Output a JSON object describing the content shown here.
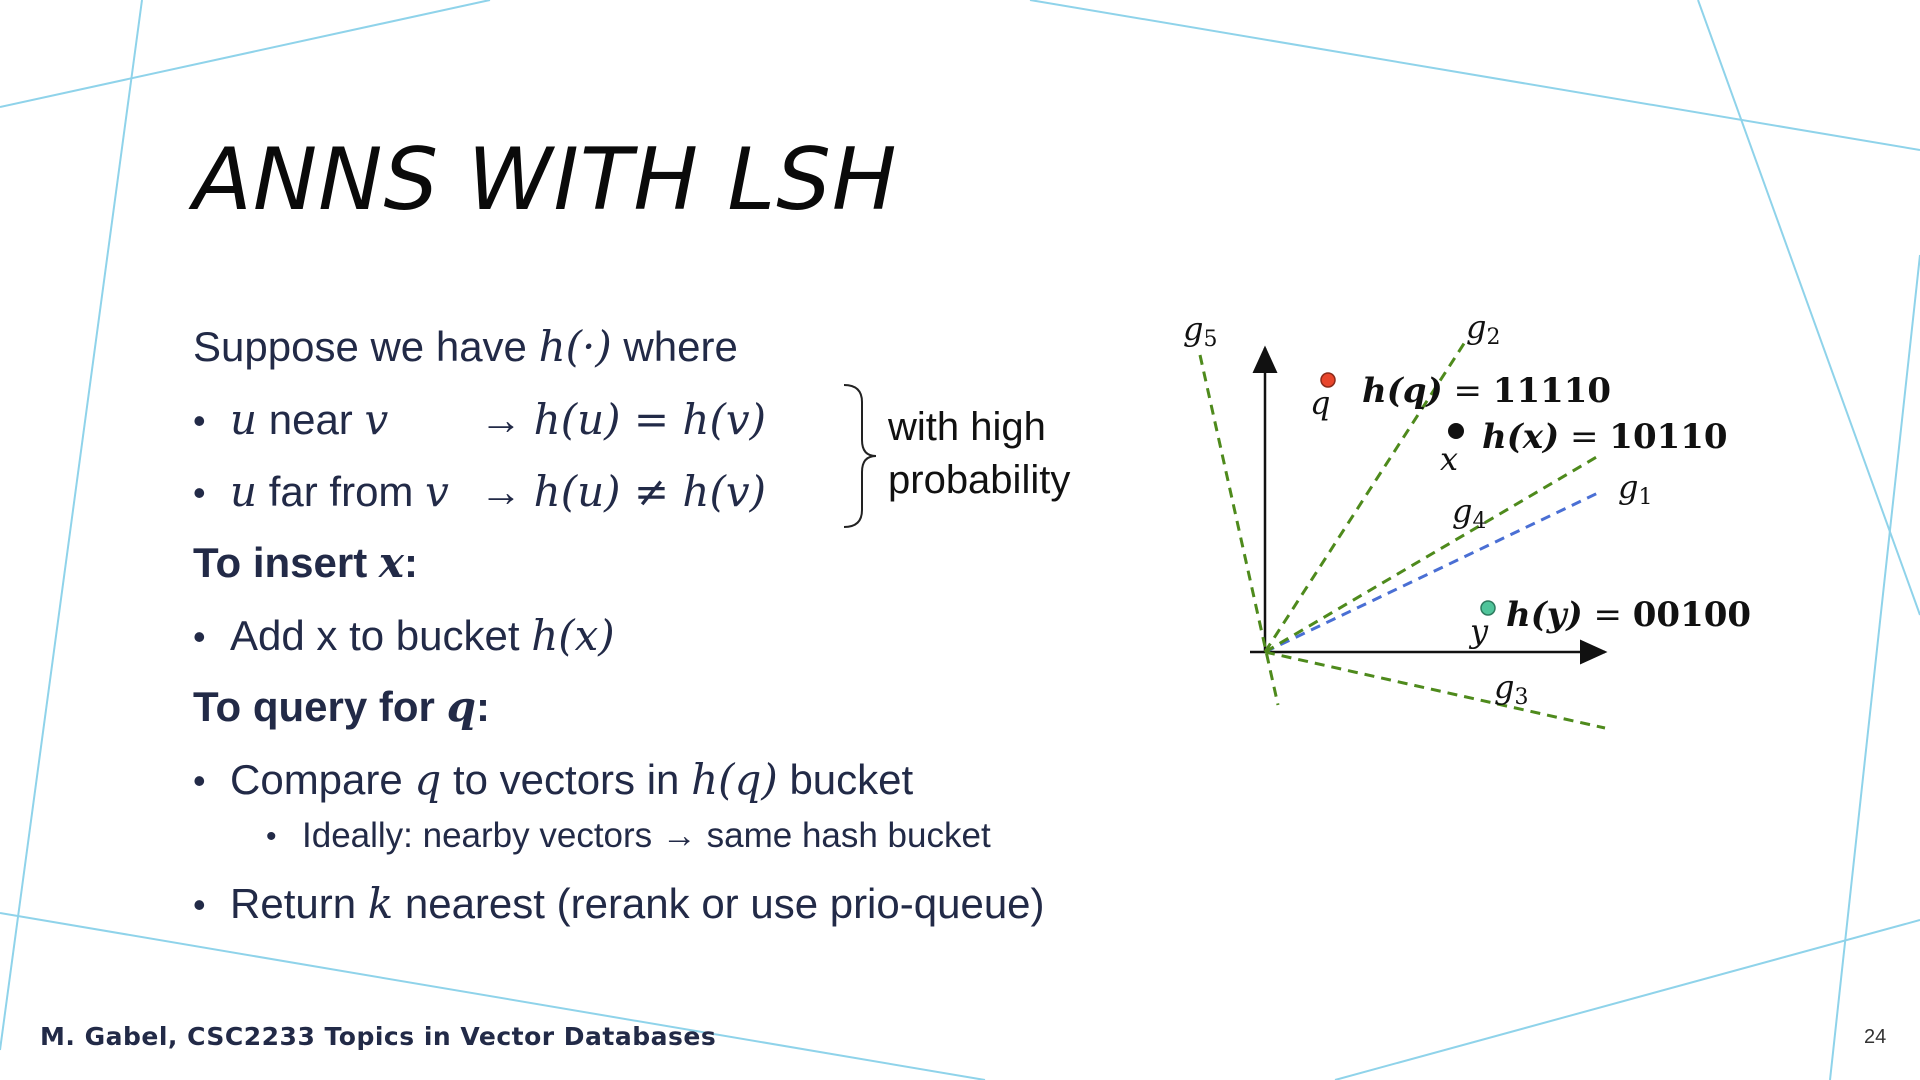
{
  "slide": {
    "title": "ANNS WITH LSH",
    "intro": {
      "prefix": "Suppose we have ",
      "fn": "h(·)",
      "suffix": " where"
    },
    "rule1": {
      "u": "u",
      "near": " near ",
      "v": "v",
      "arrow": "→",
      "expr": "h(u) = h(v)"
    },
    "rule2": {
      "u": "u",
      "far": " far from ",
      "v": "v",
      "arrow": "→",
      "expr": "h(u) ≠ h(v)"
    },
    "brace_note_line1": "with high",
    "brace_note_line2": "probability",
    "insert_heading": {
      "text": "To insert ",
      "var": "x",
      "colon": ":"
    },
    "insert_step": {
      "text": "Add x to bucket ",
      "expr": "h(x)"
    },
    "query_heading": {
      "text": "To query for ",
      "var": "q",
      "colon": ":"
    },
    "query_step": {
      "pre": "Compare ",
      "q": "q",
      "mid": " to vectors in ",
      "expr": "h(q)",
      "post": " bucket"
    },
    "query_sub": {
      "pre": "Ideally: nearby vectors ",
      "arrow": "→",
      "post": " same hash bucket"
    },
    "return_step": {
      "pre": "Return ",
      "k": "k",
      "post": " nearest (rerank or use prio-queue)"
    },
    "bullet_char": "•",
    "footer": "M. Gabel, CSC2233 Topics in Vector Databases",
    "page_number": "24"
  },
  "diagram": {
    "hyperplanes": [
      {
        "name": "g",
        "sub": "1",
        "color": "#4a6fd4"
      },
      {
        "name": "g",
        "sub": "2",
        "color": "#4e8a1c"
      },
      {
        "name": "g",
        "sub": "3",
        "color": "#4e8a1c"
      },
      {
        "name": "g",
        "sub": "4",
        "color": "#4e8a1c"
      },
      {
        "name": "g",
        "sub": "5",
        "color": "#4e8a1c"
      }
    ],
    "points": [
      {
        "label": "q",
        "color": "#e8452b",
        "hash_fn": "h(q)",
        "eq": " = ",
        "code": "11110"
      },
      {
        "label": "x",
        "color": "#111111",
        "hash_fn": "h(x)",
        "eq": " = ",
        "code": "10110"
      },
      {
        "label": "y",
        "color": "#4fc49a",
        "hash_fn": "h(y)",
        "eq": " = ",
        "code": "00100"
      }
    ],
    "frame_line_color": "#8fd3ea"
  }
}
